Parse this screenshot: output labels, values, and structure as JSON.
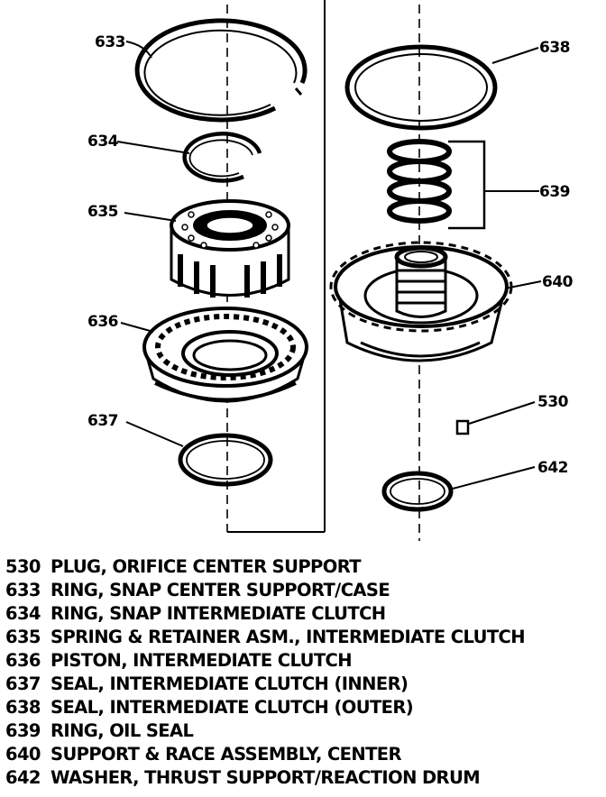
{
  "callouts": [
    "633",
    "634",
    "635",
    "636",
    "637",
    "638",
    "639",
    "640",
    "530",
    "642"
  ],
  "legend": [
    {
      "number": "530",
      "description": "PLUG, ORIFICE CENTER SUPPORT"
    },
    {
      "number": "633",
      "description": "RING, SNAP CENTER SUPPORT/CASE"
    },
    {
      "number": "634",
      "description": "RING, SNAP INTERMEDIATE CLUTCH"
    },
    {
      "number": "635",
      "description": "SPRING & RETAINER ASM., INTERMEDIATE CLUTCH"
    },
    {
      "number": "636",
      "description": "PISTON, INTERMEDIATE CLUTCH"
    },
    {
      "number": "637",
      "description": "SEAL, INTERMEDIATE CLUTCH (INNER)"
    },
    {
      "number": "638",
      "description": "SEAL, INTERMEDIATE CLUTCH (OUTER)"
    },
    {
      "number": "639",
      "description": "RING, OIL SEAL"
    },
    {
      "number": "640",
      "description": "SUPPORT & RACE ASSEMBLY, CENTER"
    },
    {
      "number": "642",
      "description": "WASHER, THRUST SUPPORT/REACTION DRUM"
    }
  ]
}
